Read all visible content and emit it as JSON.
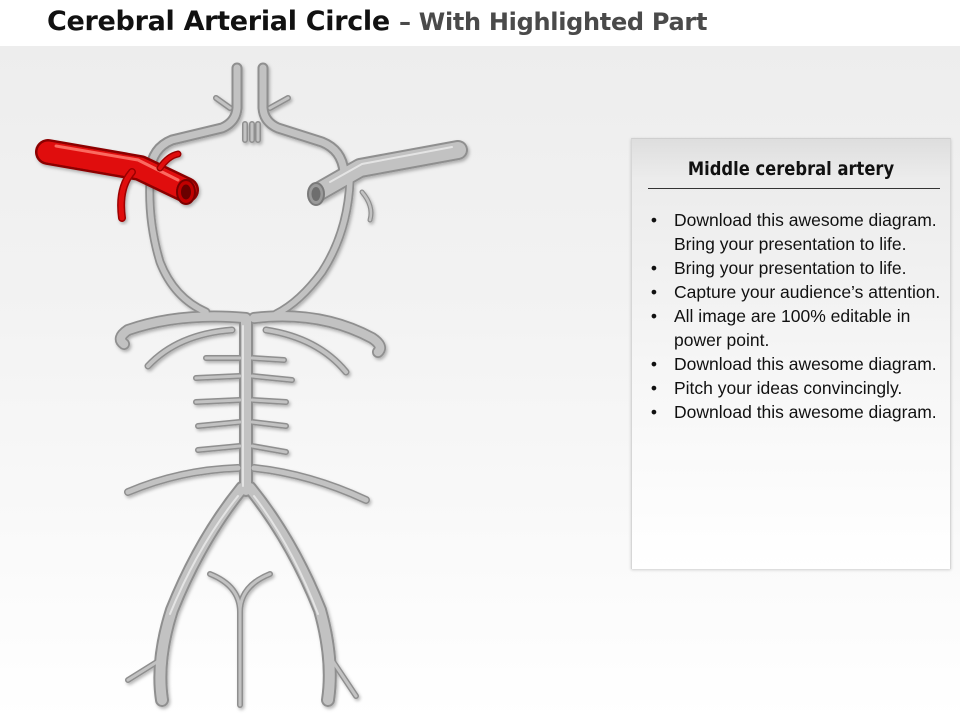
{
  "header": {
    "title": "Cerebral Arterial Circle",
    "subtitle": "– With Highlighted Part"
  },
  "info_panel": {
    "title": "Middle cerebral artery",
    "bullets": [
      "Download this awesome diagram. Bring your presentation to life.",
      "Bring your presentation to life.",
      "Capture your audience’s attention.",
      "All image are 100% editable in power point.",
      "Download this awesome diagram.",
      "Pitch your ideas convincingly.",
      "Download this awesome diagram."
    ]
  },
  "colors": {
    "vessel": "#bdbdbd",
    "vessel_edge": "#8f8f8f",
    "highlight": "#e01010",
    "highlight_edge": "#8c0000"
  }
}
